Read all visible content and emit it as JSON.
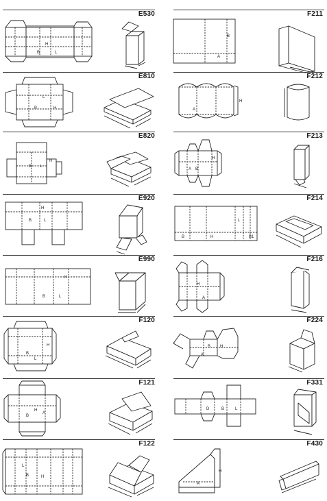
{
  "sheet": {
    "columns": [
      {
        "boxes": [
          {
            "code": "E530",
            "labels": [
              "H",
              "B",
              "L"
            ]
          },
          {
            "code": "E810",
            "labels": [
              "L",
              "B",
              "H"
            ]
          },
          {
            "code": "E820",
            "labels": [
              "B",
              "L",
              "H"
            ]
          },
          {
            "code": "E920",
            "labels": [
              "H",
              "B",
              "L"
            ]
          },
          {
            "code": "E990",
            "labels": [
              "H",
              "B",
              "L"
            ]
          },
          {
            "code": "F120",
            "labels": [
              "H",
              "B",
              "L"
            ]
          },
          {
            "code": "F121",
            "labels": [
              "H",
              "B",
              "A"
            ]
          },
          {
            "code": "F122",
            "labels": [
              "L",
              "B",
              "H"
            ]
          }
        ]
      },
      {
        "boxes": [
          {
            "code": "F211",
            "labels": [
              "B",
              "A"
            ]
          },
          {
            "code": "F212",
            "labels": [
              "H",
              "A"
            ]
          },
          {
            "code": "F213",
            "labels": [
              "H",
              "B",
              "A"
            ]
          },
          {
            "code": "F214",
            "labels": [
              "L",
              "B",
              "H",
              "B1"
            ]
          },
          {
            "code": "F216",
            "labels": [
              "H",
              "A"
            ]
          },
          {
            "code": "F224",
            "labels": [
              "H",
              "B",
              "A"
            ]
          },
          {
            "code": "F331",
            "labels": [
              "D",
              "B",
              "L"
            ]
          },
          {
            "code": "F430",
            "labels": [
              "H",
              "A"
            ]
          }
        ]
      }
    ]
  }
}
